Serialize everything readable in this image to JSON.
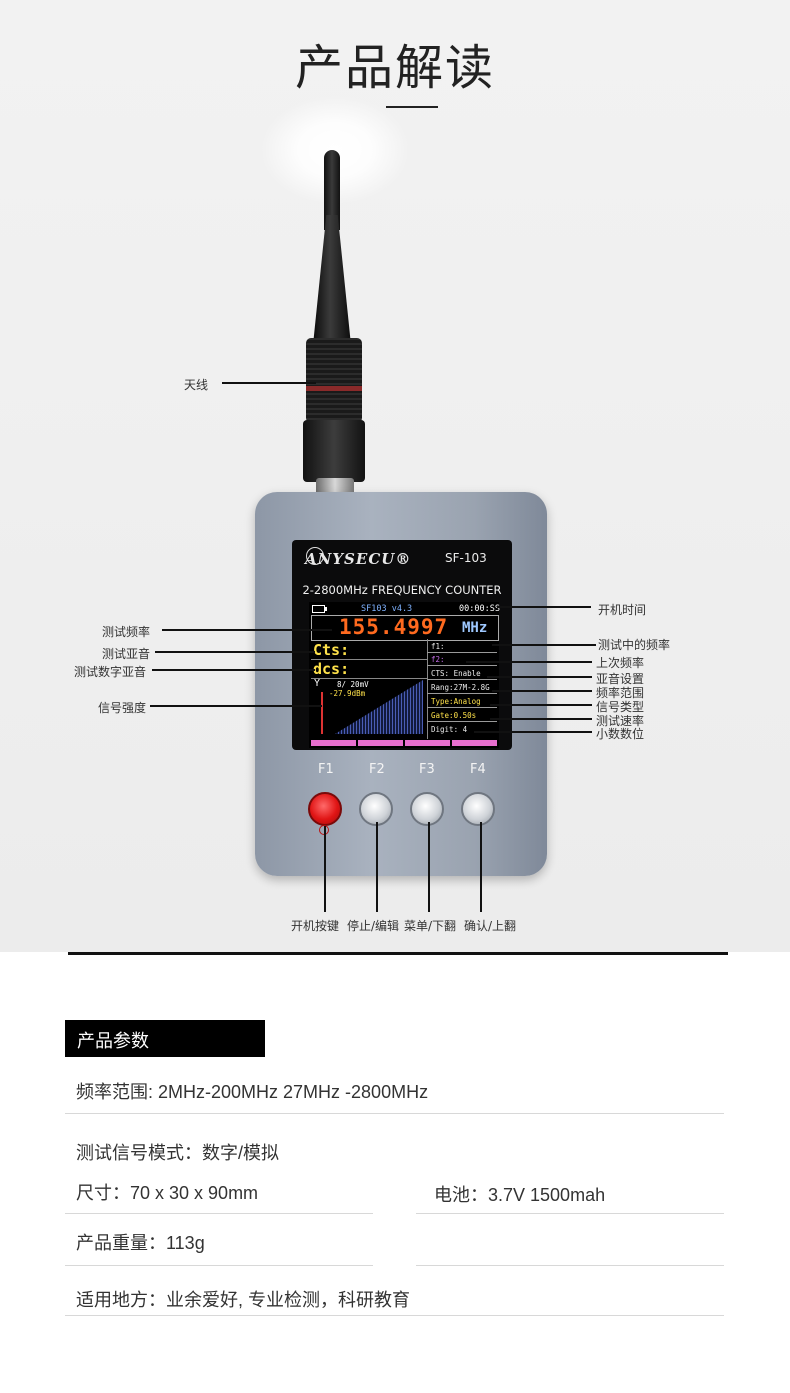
{
  "page_title": "产品解读",
  "device": {
    "logo_text": "ANYSECU®",
    "model": "SF-103",
    "subtitle": "2-2800MHz FREQUENCY COUNTER",
    "function_keys": [
      "F1",
      "F2",
      "F3",
      "F4"
    ]
  },
  "screen": {
    "version": "SF103 v4.3",
    "clock": "00:00:SS",
    "frequency": "155.4997",
    "unit": "MHz",
    "cts": "Cts:",
    "dcs": "dcs:",
    "level": "8/ 20mV",
    "dbm": "-27.9dBm",
    "panel": [
      "f1:",
      "f2:",
      "CTS: Enable",
      "Rang:27M-2.8G",
      "Type:Analog",
      "Gate:0.50s",
      "Digit: 4"
    ]
  },
  "callouts": {
    "antenna": "天线",
    "test_freq": "测试频率",
    "test_ctcss": "测试亚音",
    "test_dcs": "测试数字亚音",
    "signal_strength": "信号强度",
    "power_on_time": "开机时间",
    "freq_in_test": "测试中的频率",
    "last_freq": "上次频率",
    "ctcss_setting": "亚音设置",
    "freq_range": "频率范围",
    "signal_type": "信号类型",
    "test_speed": "测试速率",
    "decimal_digits": "小数数位",
    "power_key": "开机按键",
    "stop_edit": "停止/编辑",
    "menu_down": "菜单/下翻",
    "ok_up": "确认/上翻"
  },
  "specs": {
    "header": "产品参数",
    "freq_range": "频率范围: 2MHz-200MHz    27MHz -2800MHz",
    "signal_mode": "测试信号模式：数字/模拟",
    "size": "尺寸：70 x 30 x 90mm",
    "battery": "电池：3.7V 1500mah",
    "weight": "产品重量：113g",
    "application": "适用地方：业余爱好, 专业检测，科研教育"
  }
}
